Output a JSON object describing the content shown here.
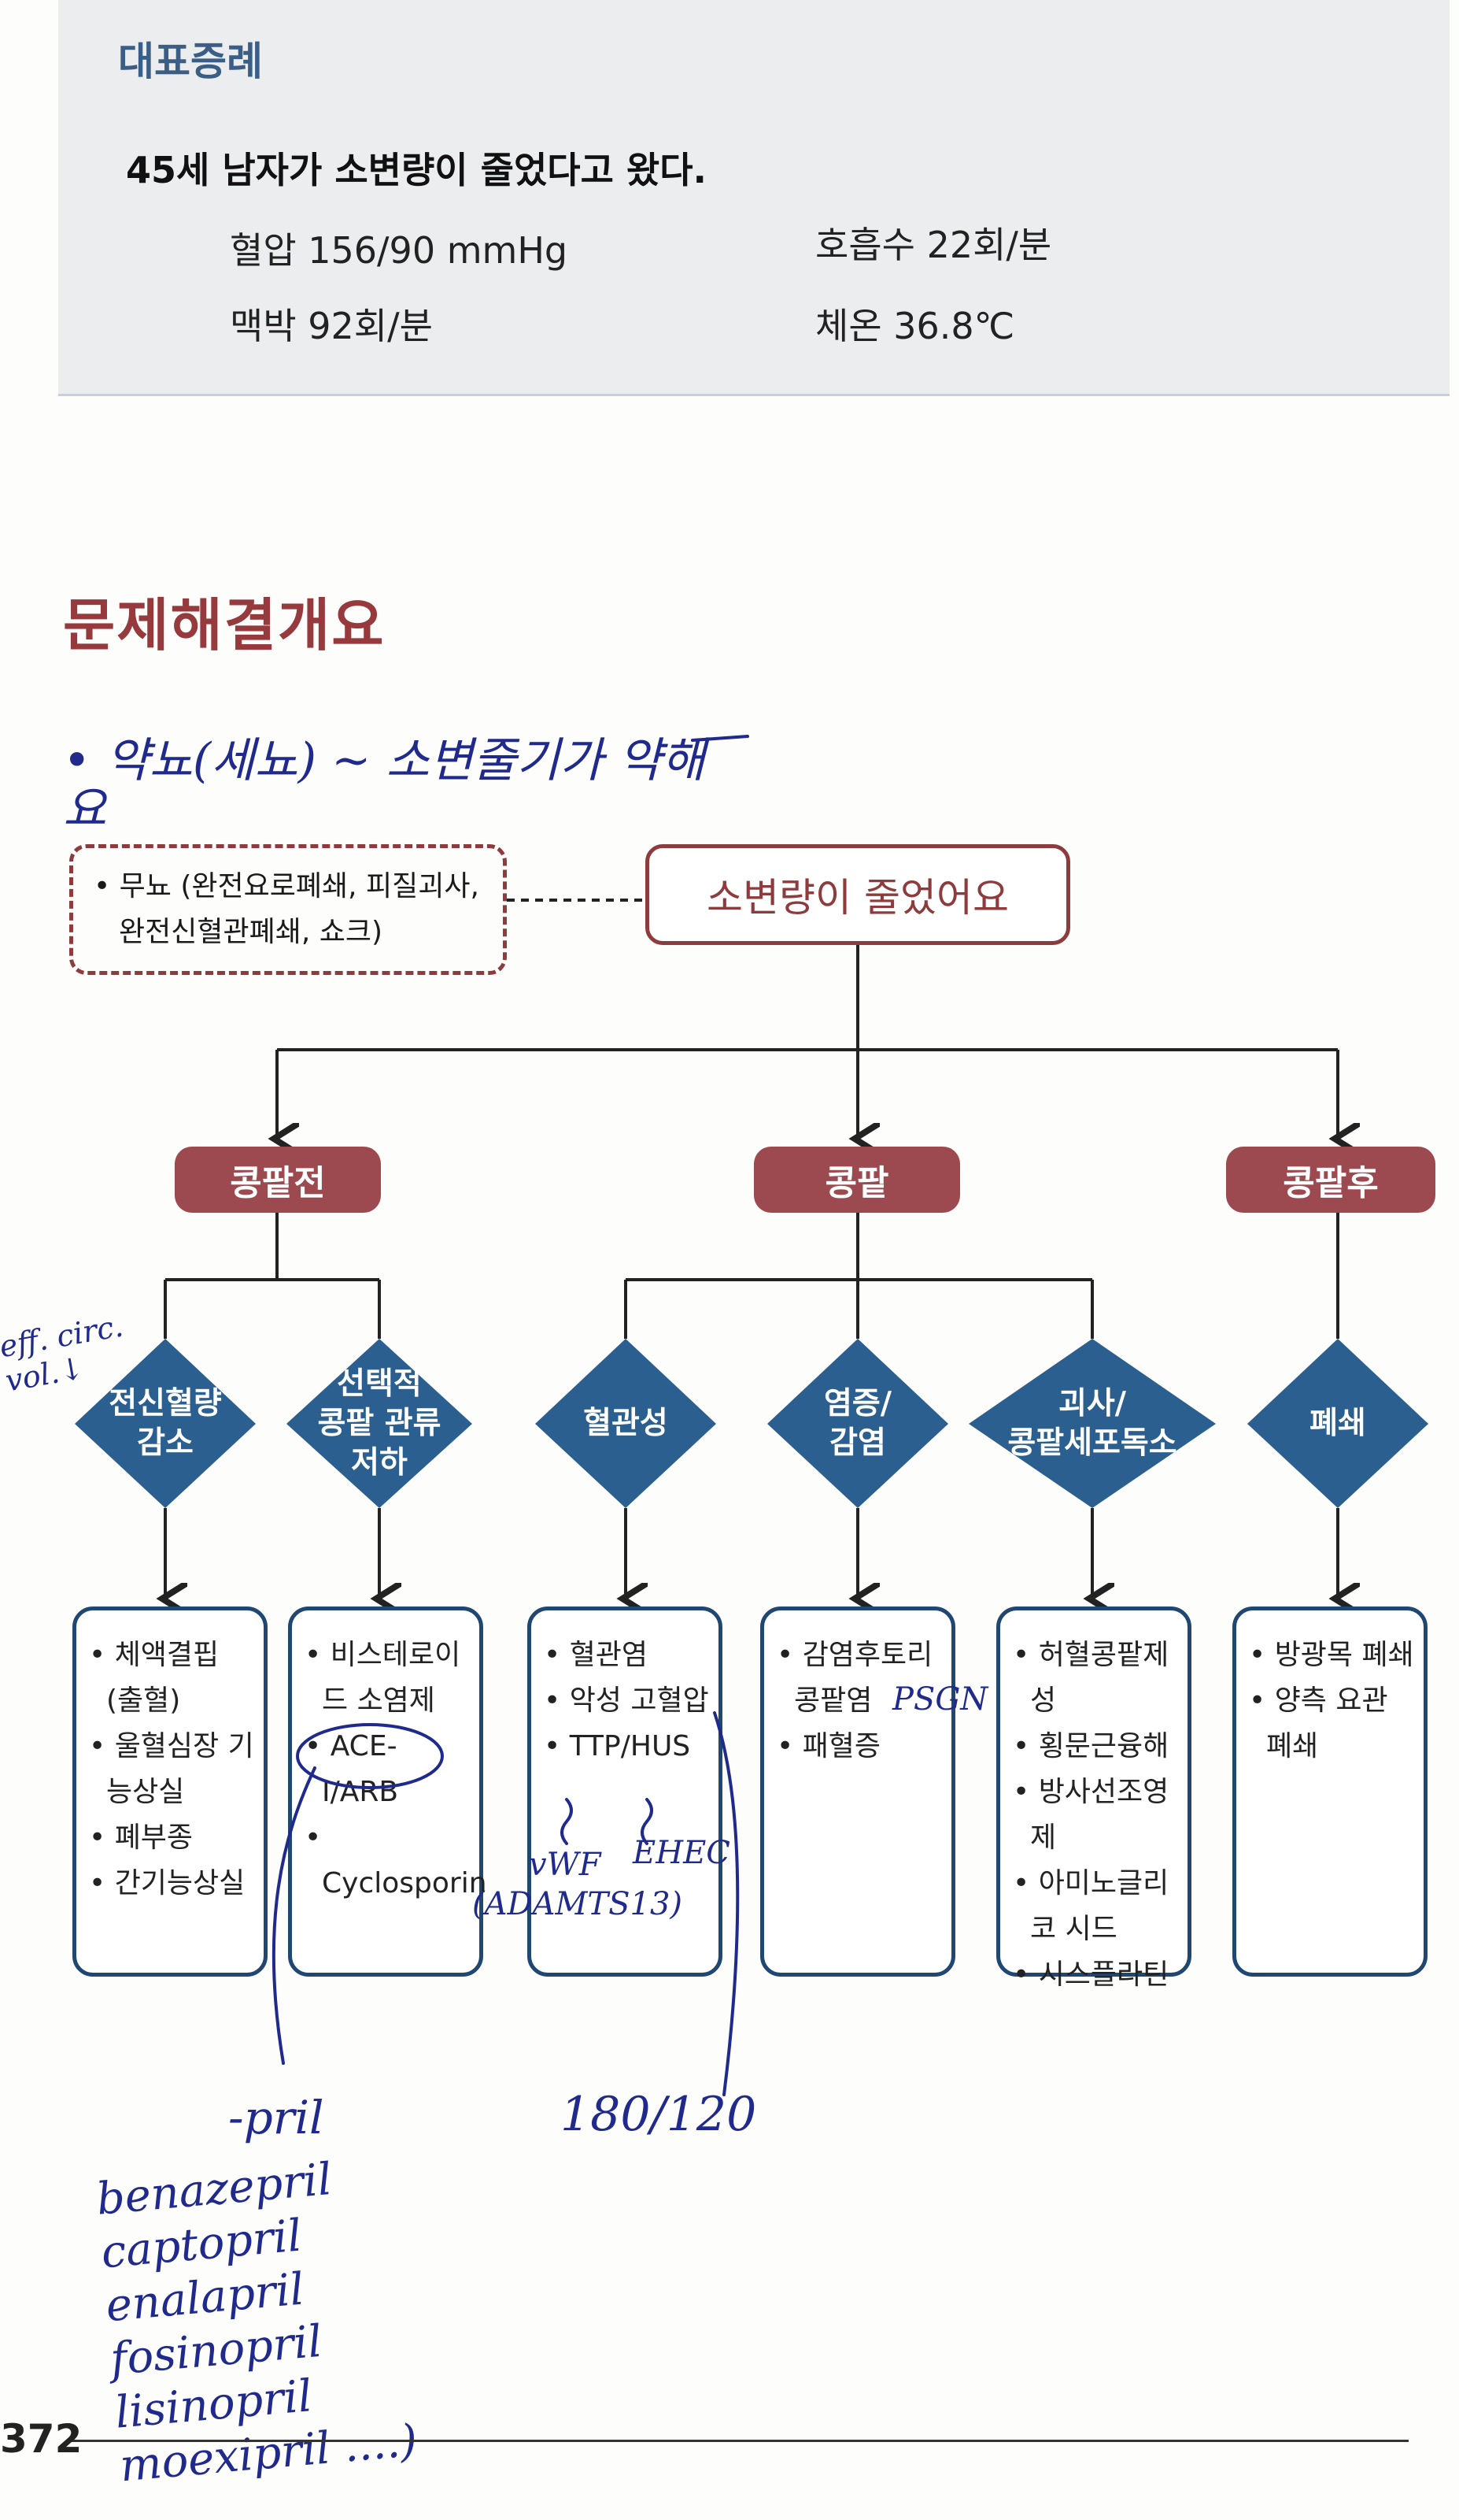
{
  "case": {
    "heading": "대표증례",
    "statement": "45세 남자가 소변량이 줄었다고 왔다.",
    "vitals": {
      "bp": "혈압 156/90 mmHg",
      "rr": "호흡수 22회/분",
      "pulse": "맥박 92회/분",
      "temp": "체온 36.8℃"
    }
  },
  "section_title": "문제해결개요",
  "flowchart": {
    "root": "소변량이 줄었어요",
    "dashed_note": {
      "line1": "• 무뇨 (완전요로폐쇄, 피질괴사,",
      "line2": "완전신혈관폐쇄, 쇼크)"
    },
    "categories": [
      "콩팥전",
      "콩팥",
      "콩팥후"
    ],
    "causes": [
      {
        "line1": "전신혈량",
        "line2": "감소",
        "line3": ""
      },
      {
        "line1": "선택적",
        "line2": "콩팥 관류",
        "line3": "저하"
      },
      {
        "line1": "혈관성",
        "line2": "",
        "line3": ""
      },
      {
        "line1": "염증/",
        "line2": "감염",
        "line3": ""
      },
      {
        "line1": "괴사/",
        "line2": "콩팥세포독소",
        "line3": ""
      },
      {
        "line1": "폐쇄",
        "line2": "",
        "line3": ""
      }
    ],
    "leaves": [
      [
        "체액결핍 (출혈)",
        "울혈심장 기능상실",
        "폐부종",
        "간기능상실"
      ],
      [
        "비스테로이드 소염제",
        "ACE-I/ARB",
        "Cyclosporin"
      ],
      [
        "혈관염",
        "악성 고혈압",
        "TTP/HUS"
      ],
      [
        "감염후토리 콩팥염",
        "패혈증"
      ],
      [
        "허혈콩팥제성",
        "횡문근융해",
        "방사선조영제",
        "아미노글리코 시드",
        "시스플라틴"
      ],
      [
        "방광목 폐쇄",
        "양측 요관 폐쇄"
      ]
    ]
  },
  "handwriting": {
    "top_note": "• 약뇨(세뇨) ~ 소변줄기가 약해요",
    "eff_circ": "eff. circ. vol.↓",
    "psgn": "PSGN",
    "vwf": "vWF",
    "ehec": "EHEC",
    "adamts": "(ADAMTS13)",
    "pril": "-pril",
    "bp_value": "180/120",
    "drugs": [
      "benazepril",
      "captopril",
      "enalapril",
      "fosinopril",
      "lisinopril",
      "moexipril ....)"
    ]
  },
  "page_number": "372",
  "colors": {
    "maroon": "#963a3e",
    "navy": "#1f4771",
    "pen": "#1f2a8c"
  }
}
